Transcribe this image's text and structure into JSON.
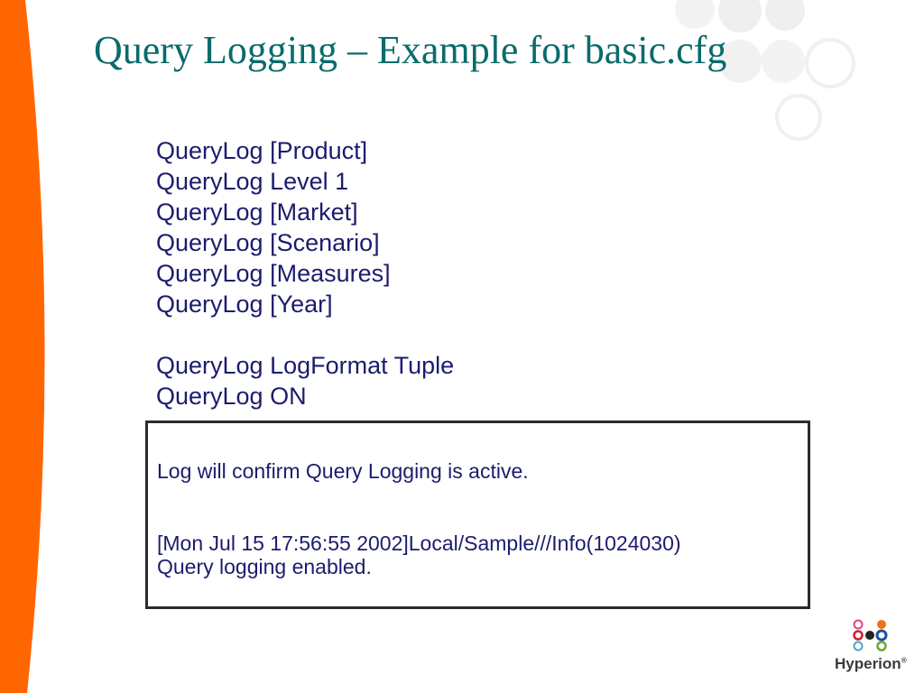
{
  "slide": {
    "title": "Query Logging – Example for basic.cfg",
    "config_lines_group1": [
      "QueryLog [Product]",
      "QueryLog Level 1",
      "QueryLog [Market]",
      "QueryLog [Scenario]",
      "QueryLog [Measures]",
      "QueryLog [Year]"
    ],
    "config_lines_group2": [
      "QueryLog LogFormat Tuple",
      "QueryLog ON"
    ],
    "note_box": {
      "text": "Log will confirm Query Logging is active.",
      "log_line_1": "[Mon Jul 15 17:56:55 2002]Local/Sample///Info(1024030)",
      "log_line_2": "Query logging enabled."
    }
  },
  "logo": {
    "name": "Hyperion",
    "mark": "®"
  },
  "colors": {
    "accent_orange": "#ff6600",
    "title_teal": "#0b6b6b",
    "body_text": "#1c1c6e",
    "box_border": "#2b2b2b"
  }
}
